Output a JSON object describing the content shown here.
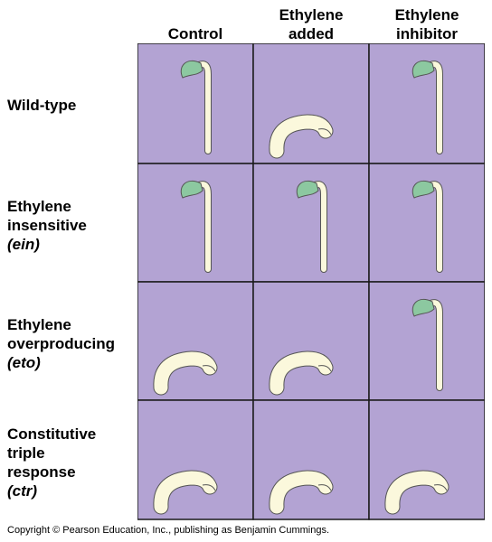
{
  "columns": [
    {
      "lines": [
        "Control"
      ]
    },
    {
      "lines": [
        "Ethylene",
        "added"
      ]
    },
    {
      "lines": [
        "Ethylene",
        "inhibitor"
      ]
    }
  ],
  "rows": [
    {
      "lines": [
        "Wild-type"
      ],
      "italic": ""
    },
    {
      "lines": [
        "Ethylene",
        "insensitive"
      ],
      "italic": "(ein)"
    },
    {
      "lines": [
        "Ethylene",
        "overproducing"
      ],
      "italic": "(eto)"
    },
    {
      "lines": [
        "Constitutive",
        "triple",
        "response"
      ],
      "italic": "(ctr)"
    }
  ],
  "grid": [
    [
      "tall",
      "short",
      "tall"
    ],
    [
      "tall",
      "tall",
      "tall"
    ],
    [
      "short",
      "short",
      "tall"
    ],
    [
      "short",
      "short",
      "short"
    ]
  ],
  "colors": {
    "cell": "#b3a3d3",
    "border": "#1a1a1a",
    "stem": "#fbf8dc",
    "stem_outline": "#555555",
    "leaf": "#8cc8a0"
  },
  "copyright": "Copyright © Pearson Education, Inc., publishing as Benjamin Cummings."
}
